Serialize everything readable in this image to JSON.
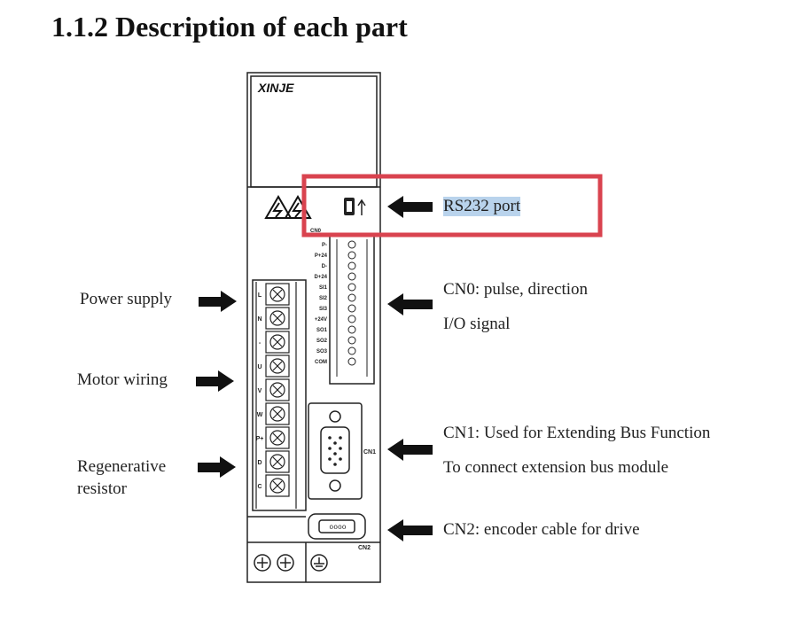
{
  "page": {
    "heading": "1.1.2 Description of each part"
  },
  "device": {
    "brand": "XINJE",
    "cn0_header": "CN0",
    "cn0_pins": [
      "P-",
      "P+24",
      "D-",
      "D+24",
      "SI1",
      "SI2",
      "SI3",
      "+24V",
      "SO1",
      "SO2",
      "SO3",
      "COM"
    ],
    "power_terminals": [
      "L",
      "N",
      "-",
      "U",
      "V",
      "W",
      "P+",
      "D",
      "C"
    ],
    "cn1_label": "CN1",
    "cn2_label": "CN2"
  },
  "labels": {
    "rs232": "RS232 port",
    "cn0_line1": "CN0: pulse, direction",
    "cn0_line2": "I/O signal",
    "cn1_line1": "CN1: Used for Extending Bus Function",
    "cn1_line2": "To connect extension bus module",
    "cn2": "CN2: encoder cable for drive",
    "power_supply": "Power supply",
    "motor_wiring": "Motor wiring",
    "regen_line1": "Regenerative",
    "regen_line2": "resistor"
  },
  "icons": [
    "high-voltage-warning-icon",
    "usb-icon",
    "ground-icon",
    "arrow-left-icon",
    "arrow-right-icon"
  ],
  "colors": {
    "highlight_box": "#d9434f",
    "text_highlight": "#b9d3ec"
  }
}
